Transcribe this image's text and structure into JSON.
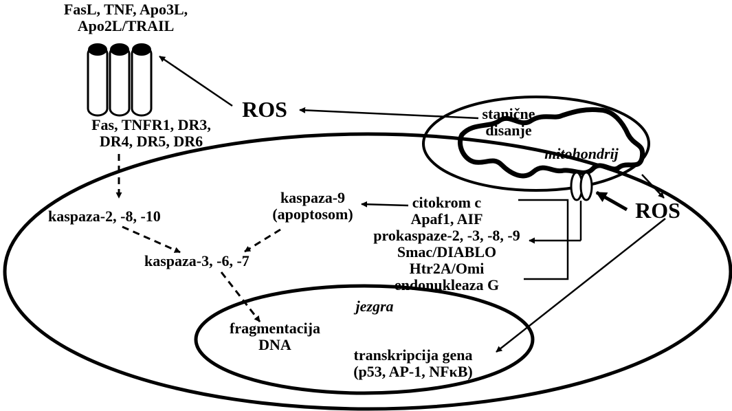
{
  "ligands": [
    "FasL, TNF, Apo3L,",
    "Apo2L/TRAIL"
  ],
  "receptors": [
    "Fas, TNFR1, DR3,",
    "DR4, DR5, DR6"
  ],
  "ros_left": "ROS",
  "ros_right": "ROS",
  "respiration": [
    "stanične",
    "disanje"
  ],
  "mitochondrion": "mitohondrij",
  "caspase_initiators": "kaspaza-2, -8, -10",
  "caspase9": [
    "kaspaza-9",
    "(apoptosom)"
  ],
  "caspase_effectors": "kaspaza-3, -6, -7",
  "mito_factors": [
    "citokrom c",
    "Apaf1, AIF",
    "prokaspaze-2, -3, -8, -9",
    "Smac/DIABLO",
    "Htr2A/Omi",
    "endonukleaza G"
  ],
  "nucleus": "jezgra",
  "dna_fragmentation": [
    "fragmentacija",
    "DNA"
  ],
  "transcription": [
    "transkripcija gena",
    "(p53, AP-1, NFκB)"
  ]
}
